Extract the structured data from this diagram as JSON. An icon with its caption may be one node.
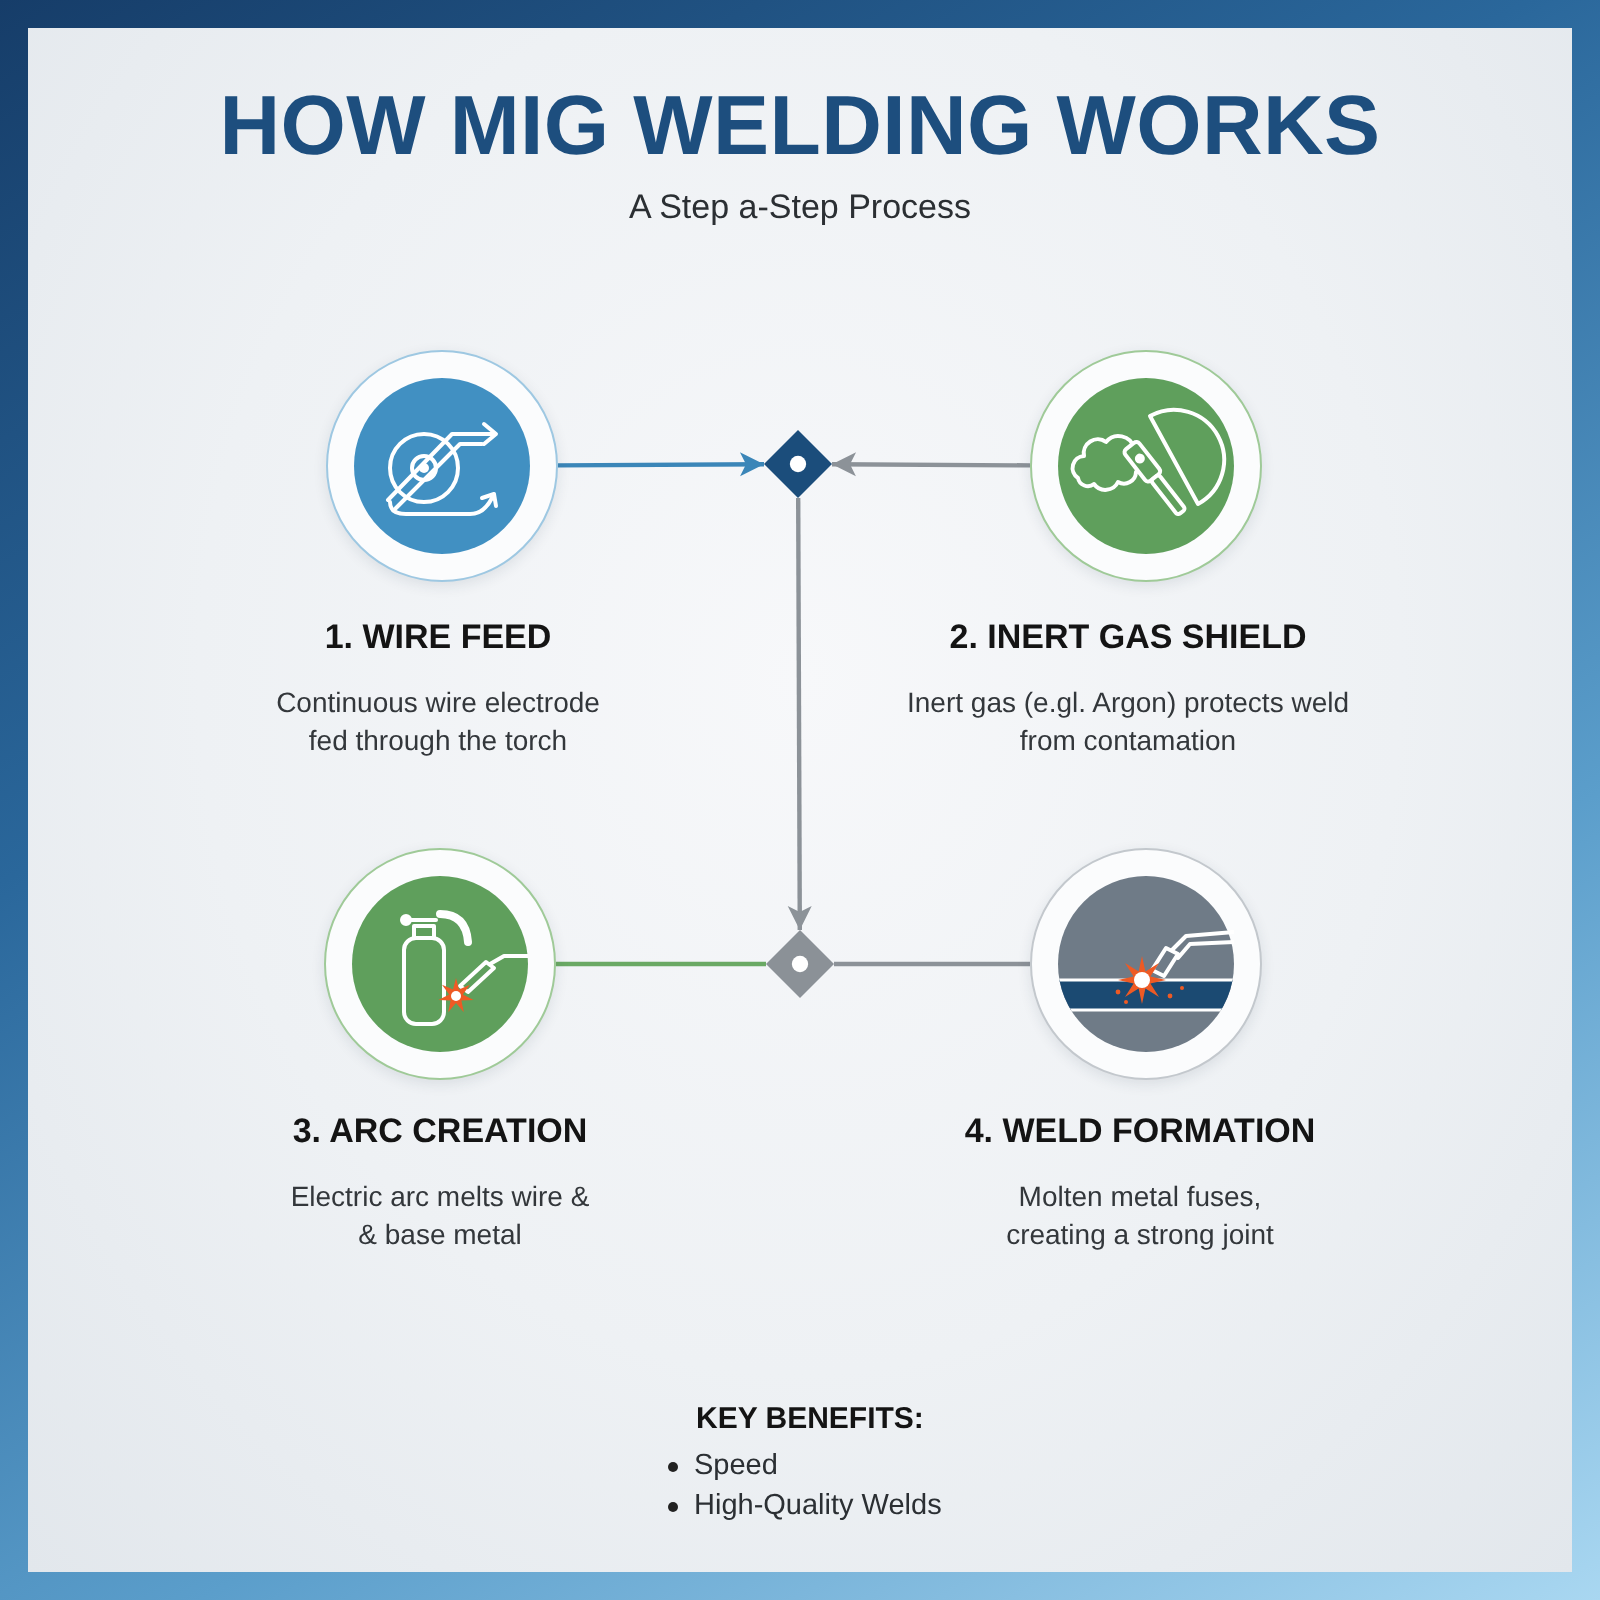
{
  "diagram": {
    "title": "HOW MIG WELDING WORKS",
    "nodes": [
      {
        "text": [],
        "shape": "circle",
        "beside": [
          "1. WIRE FEED",
          "Continuous wire electrode fed through the torch"
        ]
      },
      {
        "text": [],
        "shape": "diamond"
      },
      {
        "text": [],
        "shape": "circle",
        "beside": [
          "2. INERT GAS SHIELD",
          "Inert gas (e.gl. Argon) protects weld from contamation"
        ]
      },
      {
        "text": [],
        "shape": "circle",
        "beside": [
          "3. ARC CREATION",
          "Electric arc melts wire & & base metal"
        ]
      },
      {
        "text": [],
        "shape": "diamond"
      },
      {
        "text": [],
        "shape": "circle",
        "beside": [
          "4. WELD FORMATION",
          "Molten metal fuses, creating a strong joint"
        ]
      }
    ],
    "edges": [
      {
        "from": 0,
        "to": 1,
        "arrow": "to",
        "color": "#3b86b8"
      },
      {
        "from": 2,
        "to": 1,
        "arrow": "to"
      },
      {
        "from": 1,
        "to": 4,
        "arrow": "to"
      },
      {
        "from": 3,
        "to": 4,
        "arrow": "none",
        "color": "#6aa964"
      },
      {
        "from": 4,
        "to": 5,
        "arrow": "none"
      }
    ],
    "labels": [
      "A Step a-Step Process",
      "KEY BENEFITS:",
      "Speed",
      "High-Quality Welds"
    ]
  }
}
